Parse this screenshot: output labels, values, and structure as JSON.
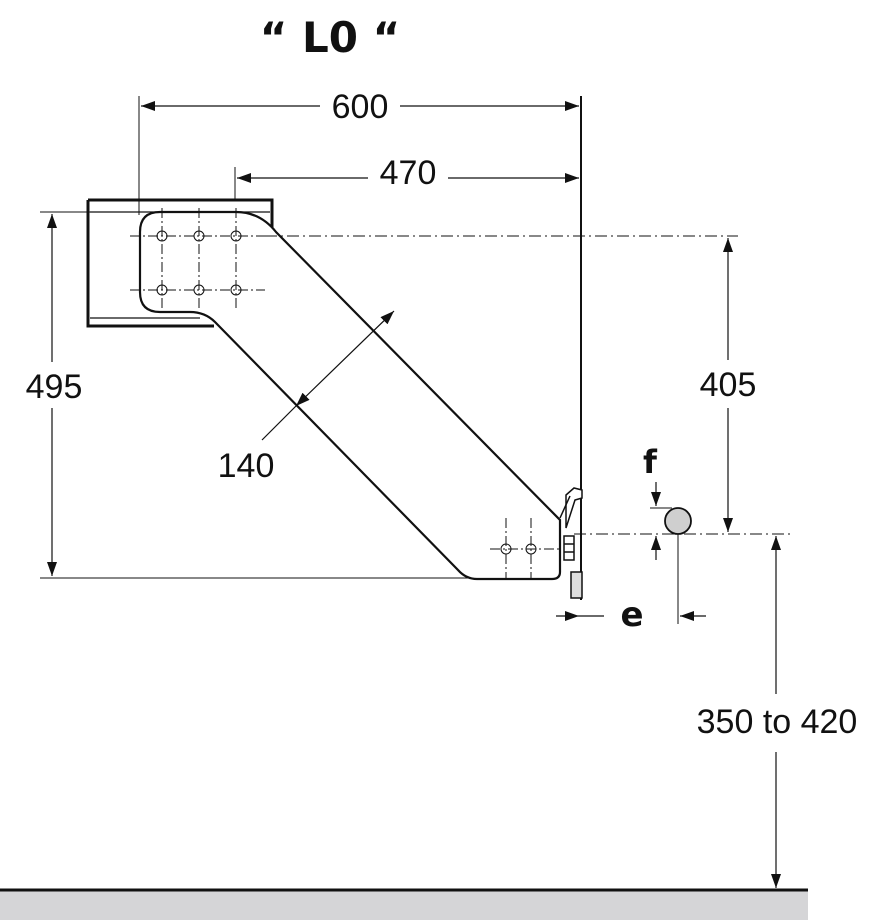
{
  "title": "“ L0 “",
  "dimensions": {
    "width_total": "600",
    "width_bracket": "470",
    "height_total": "495",
    "height_centerline": "405",
    "arm_width": "140",
    "pipe_offset_vertical": "f",
    "pipe_offset_horizontal": "e",
    "floor_height": "350 to 420"
  },
  "colors": {
    "line": "#111111",
    "floor": "#d5d5d7",
    "pipe": "#cfcfcf"
  }
}
